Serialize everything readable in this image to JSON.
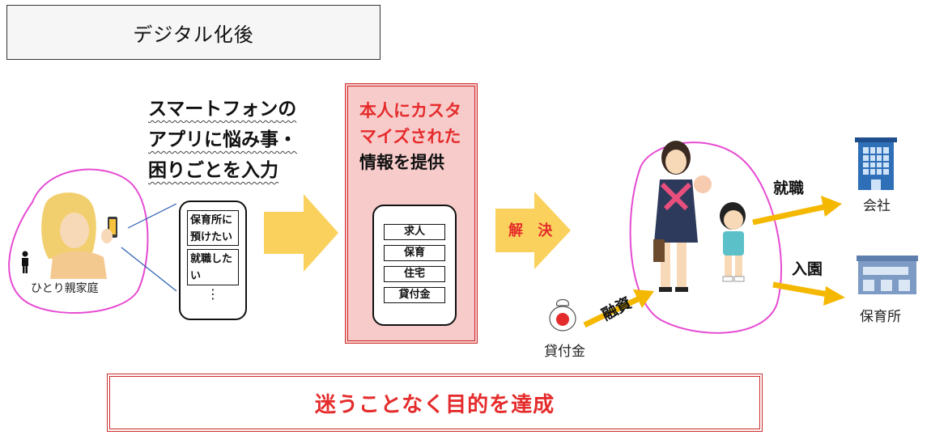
{
  "title": "デジタル化後",
  "input_text": [
    "スマートフォンの",
    "アプリに悩み事・",
    "困りごとを入力"
  ],
  "single_parent_label": "ひとり親家庭",
  "phone_chips": [
    "保育所に預けたい",
    "就職したい"
  ],
  "phone_more": "⋮",
  "info_text": {
    "red": "本人にカスタマイズされた",
    "black": "情報を提供"
  },
  "info_tags": [
    "求人",
    "保育",
    "住宅",
    "貸付金"
  ],
  "arrow_label": "解 決",
  "loan_label": "融資",
  "loan_source_label": "貸付金",
  "job_label": "就職",
  "company_label": "会社",
  "nursery_enter_label": "入園",
  "nursery_label": "保育所",
  "result_text": "迷うことなく目的を達成",
  "colors": {
    "accent_red": "#e52c2c",
    "box_pink": "#f8cbcb",
    "arrow_yellow": "#fbd15d",
    "arrow_orange": "#f5b800",
    "outline_magenta": "#e64bd2"
  }
}
